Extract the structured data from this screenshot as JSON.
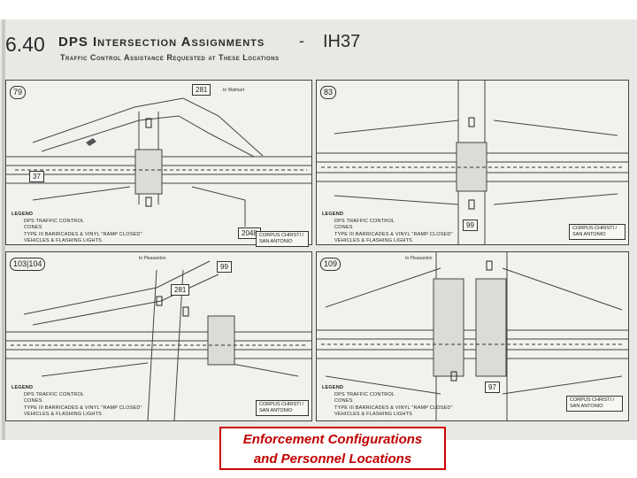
{
  "header": {
    "number": "6.40",
    "title": "DPS Intersection Assignments",
    "dash": "-",
    "route": "IH37",
    "subtitle": "Traffic Control Assistance Requested at These Locations"
  },
  "legend": {
    "title": "LEGEND",
    "line1": "DPS TRAFFIC CONTROL",
    "line2": "CONES",
    "line3": "TYPE III BARRICADES & VINYL \"RAMP CLOSED\"",
    "line4": "VEHICLES & FLASHING LIGHTS"
  },
  "panels": [
    {
      "id": "79",
      "shields": [
        "281",
        "2048",
        "37"
      ],
      "direction": "CORPUS CHRISTI / SAN ANTONIO",
      "to_label": "to Walmart"
    },
    {
      "id": "83",
      "shields": [
        "99"
      ],
      "direction": "CORPUS CHRISTI / SAN ANTONIO",
      "to_label": ""
    },
    {
      "id": "103|104",
      "shields": [
        "99",
        "281"
      ],
      "direction": "CORPUS CHRISTI / SAN ANTONIO",
      "to_label": "to Pleasanton"
    },
    {
      "id": "109",
      "shields": [
        "97"
      ],
      "direction": "CORPUS CHRISTI / SAN ANTONIO",
      "to_label": "to Pleasanton"
    }
  ],
  "caption": {
    "line1": "Enforcement Configurations",
    "line2": "and  Personnel Locations"
  },
  "colors": {
    "caption_border": "#cc0000",
    "caption_text": "#c00000"
  }
}
